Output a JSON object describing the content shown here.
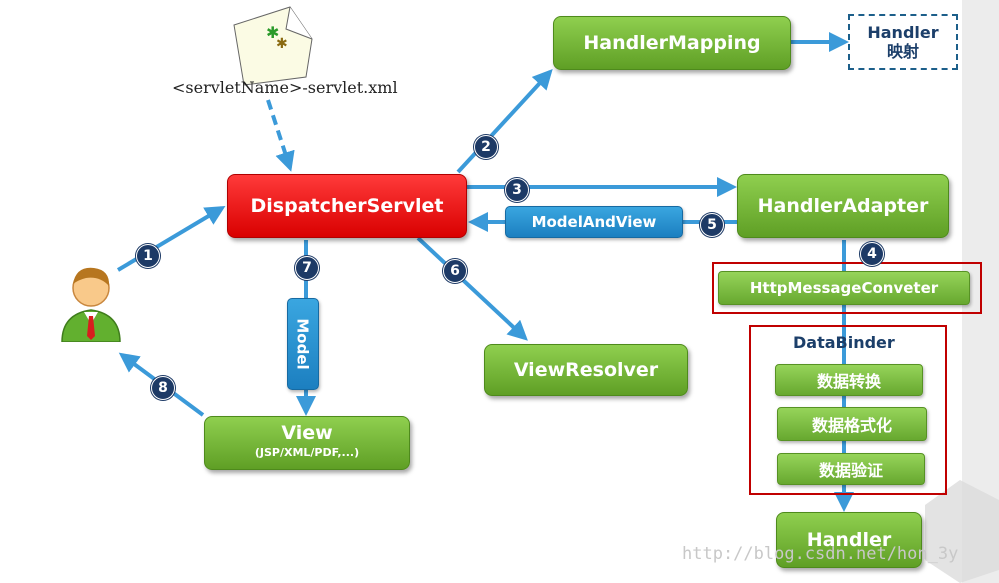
{
  "config_file": "<servletName>-servlet.xml",
  "nodes": {
    "dispatcher": "DispatcherServlet",
    "handler_mapping": "HandlerMapping",
    "handler_box_line1": "Handler",
    "handler_box_line2": "映射",
    "handler_adapter": "HandlerAdapter",
    "model_and_view": "ModelAndView",
    "http_message_converter": "HttpMessageConveter",
    "data_binder": "DataBinder",
    "data_conversion": "数据转换",
    "data_formatting": "数据格式化",
    "data_validation": "数据验证",
    "handler": "Handler",
    "view_resolver": "ViewResolver",
    "model": "Model",
    "view": "View",
    "view_subtitle": "(JSP/XML/PDF,...)"
  },
  "steps": [
    "1",
    "2",
    "3",
    "4",
    "5",
    "6",
    "7",
    "8"
  ],
  "watermark": "http://blog.csdn.net/hon_3y",
  "colors": {
    "green": "#6aaa2c",
    "red": "#e60000",
    "blue": "#2a93d5",
    "arrow": "#3b9ad9",
    "badge": "#1d3a66",
    "outline_red": "#c00000"
  }
}
